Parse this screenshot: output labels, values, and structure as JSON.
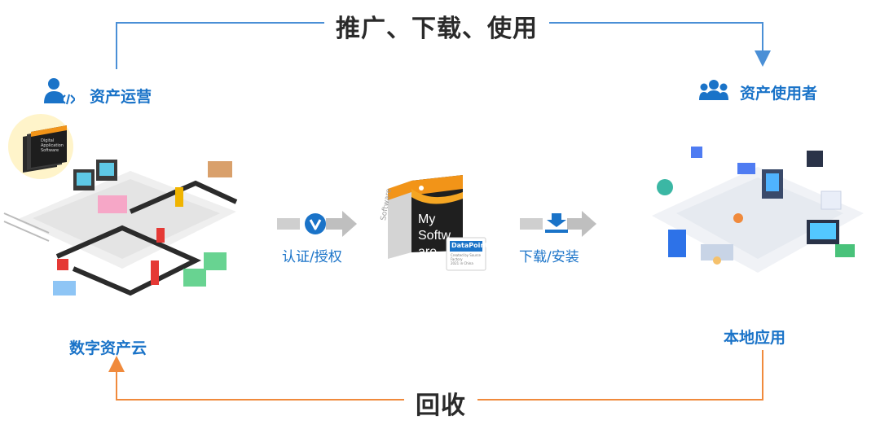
{
  "top_label": "推广、下载、使用",
  "bottom_label": "回收",
  "left_role": "资产运营",
  "right_role": "资产使用者",
  "left_platform": "数字资产云",
  "right_platform": "本地应用",
  "step1": "认证/授权",
  "step2": "下载/安装",
  "box": {
    "line1": "My",
    "line2": "Softw",
    "line3": "are",
    "badge": "DataPoint",
    "badge_tm": "™",
    "badge_small_1": "Created by Source",
    "badge_small_2": "Factory",
    "badge_small_3": "2021 in China",
    "side_text": "Software"
  },
  "left_chip_lines": [
    "Digital",
    "Application",
    "Software"
  ],
  "colors": {
    "top_arrow": "#4a8fd6",
    "bottom_arrow": "#f08a3c",
    "blue": "#1a73c8",
    "orange": "#f5a623"
  }
}
